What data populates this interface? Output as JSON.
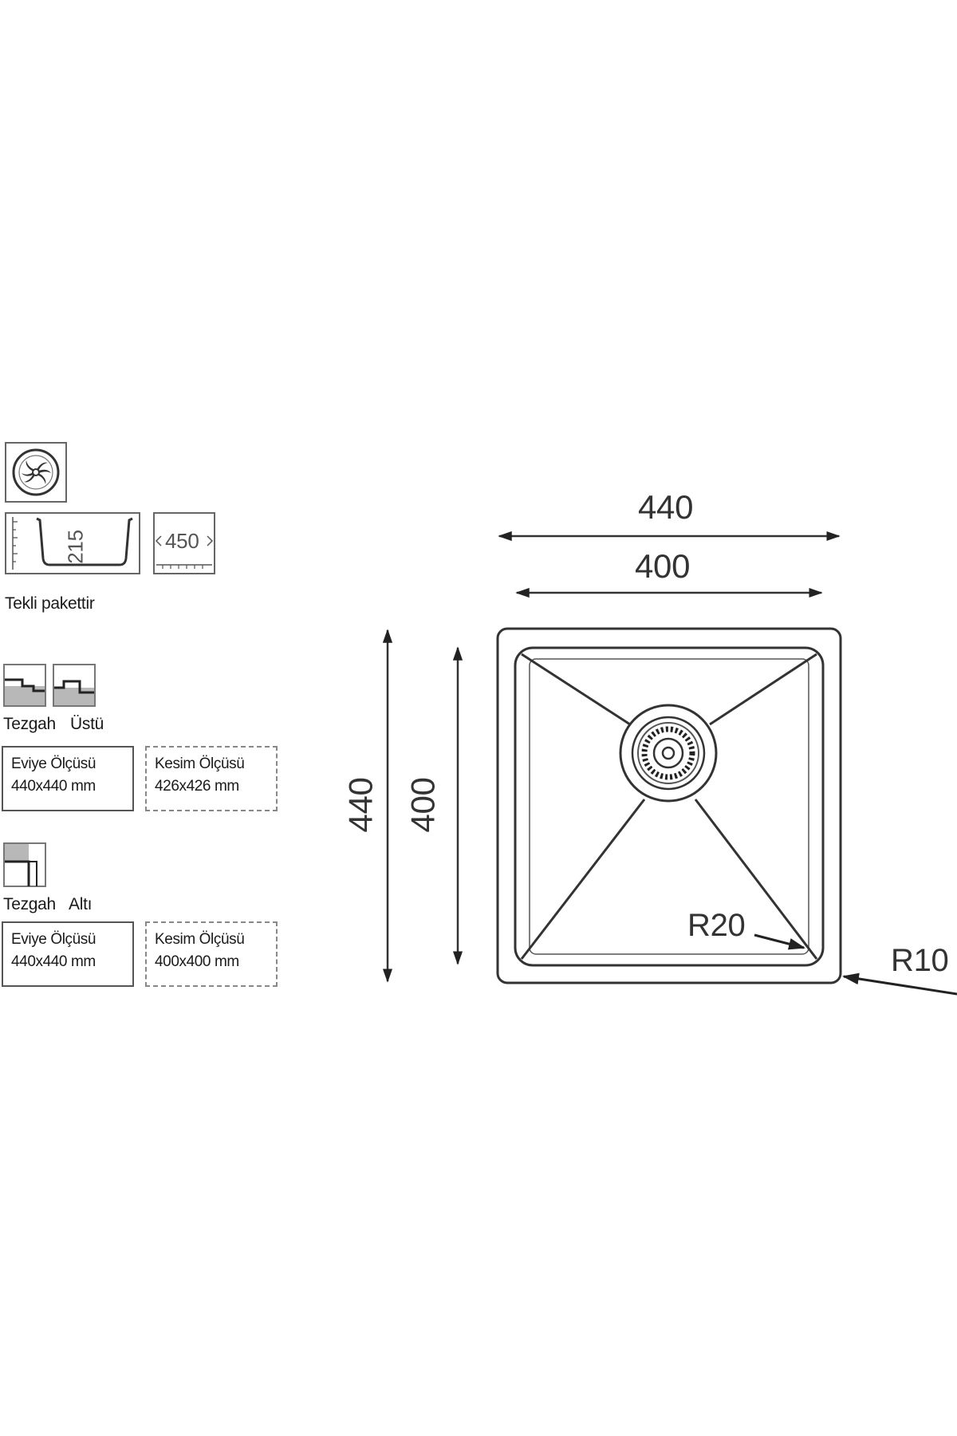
{
  "legend": {
    "pack_note": "Tekli pakettir",
    "depth_value": "215",
    "cabinet_value": "450",
    "over_counter": {
      "label_a": "Tezgah",
      "label_b": "Üstü",
      "sink_size_label": "Eviye Ölçüsü",
      "sink_size_value": "440x440 mm",
      "cut_size_label": "Kesim Ölçüsü",
      "cut_size_value": "426x426 mm"
    },
    "under_counter": {
      "label_a": "Tezgah",
      "label_b": "Altı",
      "sink_size_label": "Eviye Ölçüsü",
      "sink_size_value": "440x440 mm",
      "cut_size_label": "Kesim Ölçüsü",
      "cut_size_value": "400x400 mm"
    }
  },
  "drawing": {
    "outer_width": "440",
    "inner_width": "400",
    "outer_height": "440",
    "inner_height": "400",
    "inner_radius": "R20",
    "outer_radius": "R10"
  },
  "icons": [
    "drain-swirl-icon",
    "depth-profile-icon",
    "cabinet-width-icon",
    "over-counter-mount-icon",
    "under-counter-mount-icon"
  ]
}
